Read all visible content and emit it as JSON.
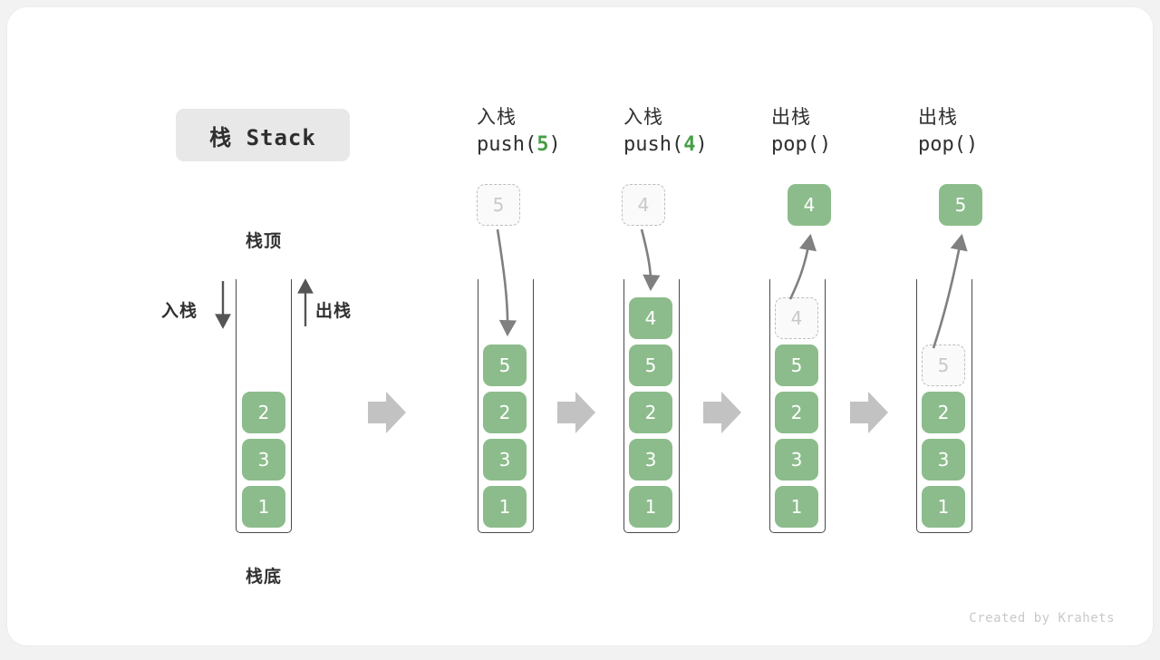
{
  "title": {
    "badge": "栈 Stack"
  },
  "footer": {
    "credit": "Created by Krahets"
  },
  "colors": {
    "cell_fill": "#8cbc8b",
    "cell_text": "#ffffff",
    "ghost_border": "#bdbdbd",
    "ghost_text": "#c9c9c9",
    "accent_green": "#479e46",
    "arrow_gray": "#808080",
    "block_arrow": "#c2c2c2",
    "tube_border": "#4a4a4a",
    "badge_bg": "#e8e8e8",
    "page_bg": "#ffffff",
    "canvas_bg": "#f2f2f2"
  },
  "first_stack": {
    "top_label": "栈顶",
    "bottom_label": "栈底",
    "push_label": "入栈",
    "pop_label": "出栈"
  },
  "columns": [
    {
      "id": "initial",
      "op_cn": "",
      "op_fn": "",
      "op_fn_arg": "",
      "incoming": null,
      "popped": null,
      "ghost_in_stack": null,
      "cells": [
        "2",
        "3",
        "1"
      ]
    },
    {
      "id": "push-5",
      "op_cn": "入栈",
      "op_fn_prefix": "push(",
      "op_fn_arg": "5",
      "op_fn_suffix": ")",
      "incoming": "5",
      "popped": null,
      "ghost_in_stack": null,
      "cells": [
        "5",
        "2",
        "3",
        "1"
      ]
    },
    {
      "id": "push-4",
      "op_cn": "入栈",
      "op_fn_prefix": "push(",
      "op_fn_arg": "4",
      "op_fn_suffix": ")",
      "incoming": "4",
      "popped": null,
      "ghost_in_stack": null,
      "cells": [
        "4",
        "5",
        "2",
        "3",
        "1"
      ]
    },
    {
      "id": "pop-4",
      "op_cn": "出栈",
      "op_fn_prefix": "pop(",
      "op_fn_arg": "",
      "op_fn_suffix": ")",
      "incoming": null,
      "popped": "4",
      "ghost_in_stack": "4",
      "cells": [
        "5",
        "2",
        "3",
        "1"
      ]
    },
    {
      "id": "pop-5",
      "op_cn": "出栈",
      "op_fn_prefix": "pop(",
      "op_fn_arg": "",
      "op_fn_suffix": ")",
      "incoming": null,
      "popped": "5",
      "ghost_in_stack": "5",
      "cells": [
        "2",
        "3",
        "1"
      ]
    }
  ]
}
